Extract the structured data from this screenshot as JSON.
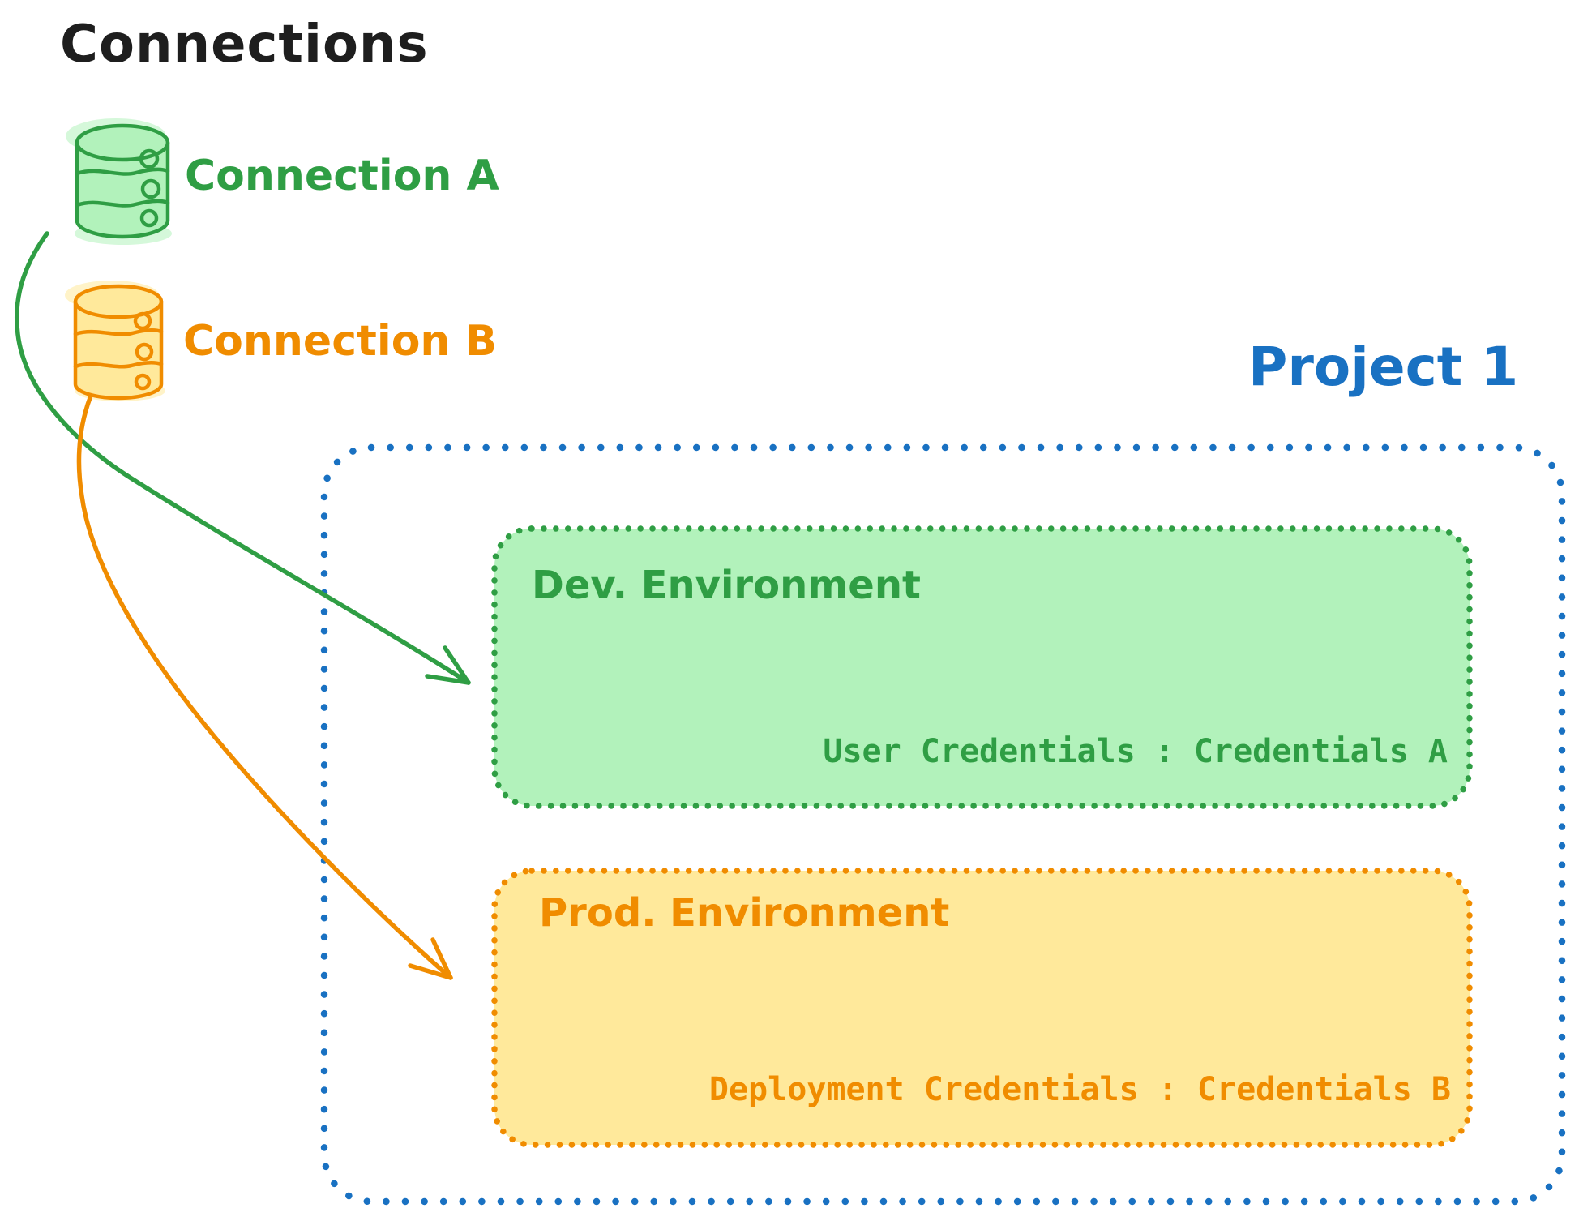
{
  "diagram_title": "Connections",
  "colors": {
    "title_text": "#1e1e1e",
    "green_stroke": "#2f9e44",
    "green_fill": "#b2f2bb",
    "orange_stroke": "#f08c00",
    "orange_fill": "#ffe99b",
    "project_blue": "#1971c2",
    "background": "#ffffff"
  },
  "connections": [
    {
      "label": "Connection A",
      "icon": "database-icon",
      "color": "#2f9e44",
      "fill": "#b2f2bb"
    },
    {
      "label": "Connection B",
      "icon": "database-icon",
      "color": "#f08c00",
      "fill": "#ffe99b"
    }
  ],
  "project": {
    "label": "Project 1",
    "color": "#1971c2",
    "environments": [
      {
        "name": "Dev. Environment",
        "credentials": "User Credentials : Credentials A",
        "color": "#2f9e44",
        "fill": "#b2f2bb"
      },
      {
        "name": "Prod. Environment",
        "credentials": "Deployment Credentials : Credentials B",
        "color": "#f08c00",
        "fill": "#ffe99b"
      }
    ]
  },
  "arrows": [
    {
      "from": "Connection A",
      "to": "Dev. Environment",
      "color": "#2f9e44"
    },
    {
      "from": "Connection B",
      "to": "Prod. Environment",
      "color": "#f08c00"
    }
  ]
}
